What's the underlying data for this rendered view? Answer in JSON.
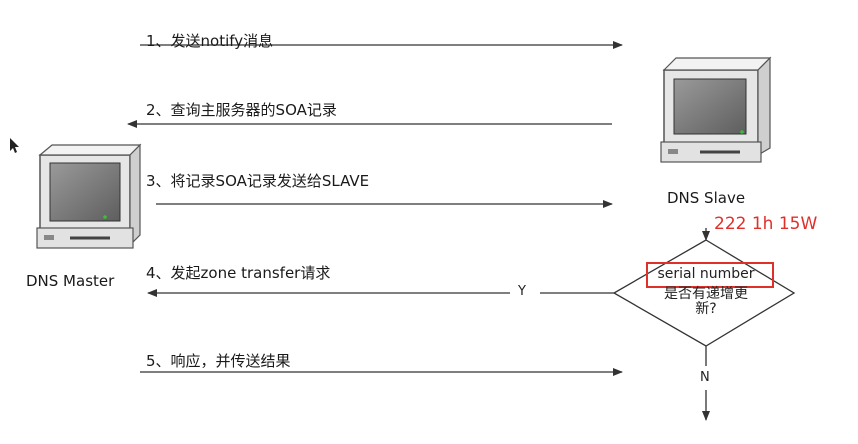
{
  "nodes": {
    "master": {
      "label": "DNS Master"
    },
    "slave": {
      "label": "DNS Slave"
    }
  },
  "steps": [
    {
      "label": "1、发送notify消息"
    },
    {
      "label": "2、查询主服务器的SOA记录"
    },
    {
      "label": "3、将记录SOA记录发送给SLAVE"
    },
    {
      "label": "4、发起zone transfer请求"
    },
    {
      "label": "5、响应，并传送结果"
    }
  ],
  "decision": {
    "line1": "serial number",
    "line2": "是否有递增更",
    "line3": "新?",
    "yes_label": "Y",
    "no_label": "N"
  },
  "annotation": "222 1h 15W",
  "colors": {
    "annotation": "#e0302a",
    "line": "#333333"
  }
}
